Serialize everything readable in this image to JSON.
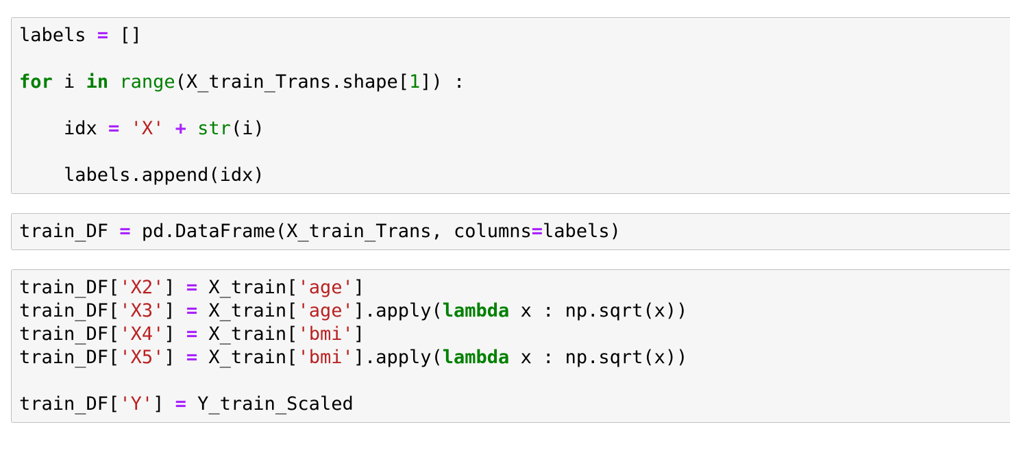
{
  "app": {
    "name": "jupyter-notebook",
    "view": "code-cells"
  },
  "theme": {
    "page_background": "#ffffff",
    "cell_background": "#f6f6f6",
    "cell_border": "#c0c0c0",
    "keyword_color": "#008000",
    "builtin_color": "#008000",
    "operator_color": "#AA22FF",
    "string_color": "#BA2121",
    "number_color": "#008000",
    "plain_color": "#000000"
  },
  "cells": [
    {
      "name": "code-cell-1",
      "source_text": "labels = []\n\nfor i in range(X_train_Trans.shape[1]) :\n\n    idx = 'X' + str(i)\n\n    labels.append(idx)",
      "lines": [
        [
          {
            "c": "pl",
            "t": "labels "
          },
          {
            "c": "op",
            "t": "="
          },
          {
            "c": "pl",
            "t": " []"
          }
        ],
        [],
        [
          {
            "c": "kw",
            "t": "for"
          },
          {
            "c": "pl",
            "t": " i "
          },
          {
            "c": "kw",
            "t": "in"
          },
          {
            "c": "pl",
            "t": " "
          },
          {
            "c": "bi",
            "t": "range"
          },
          {
            "c": "pl",
            "t": "(X_train_Trans.shape["
          },
          {
            "c": "num",
            "t": "1"
          },
          {
            "c": "pl",
            "t": "]) :"
          }
        ],
        [],
        [
          {
            "c": "pl",
            "t": "    idx "
          },
          {
            "c": "op",
            "t": "="
          },
          {
            "c": "pl",
            "t": " "
          },
          {
            "c": "str",
            "t": "'X'"
          },
          {
            "c": "pl",
            "t": " "
          },
          {
            "c": "op",
            "t": "+"
          },
          {
            "c": "pl",
            "t": " "
          },
          {
            "c": "bi",
            "t": "str"
          },
          {
            "c": "pl",
            "t": "(i)"
          }
        ],
        [],
        [
          {
            "c": "pl",
            "t": "    labels.append(idx)"
          }
        ]
      ]
    },
    {
      "name": "code-cell-2",
      "source_text": "train_DF = pd.DataFrame(X_train_Trans, columns=labels)",
      "lines": [
        [
          {
            "c": "pl",
            "t": "train_DF "
          },
          {
            "c": "op",
            "t": "="
          },
          {
            "c": "pl",
            "t": " pd.DataFrame(X_train_Trans, columns"
          },
          {
            "c": "op",
            "t": "="
          },
          {
            "c": "pl",
            "t": "labels)"
          }
        ]
      ]
    },
    {
      "name": "code-cell-3",
      "source_text": "train_DF['X2'] = X_train['age']\ntrain_DF['X3'] = X_train['age'].apply(lambda x : np.sqrt(x))\ntrain_DF['X4'] = X_train['bmi']\ntrain_DF['X5'] = X_train['bmi'].apply(lambda x : np.sqrt(x))\n\ntrain_DF['Y'] = Y_train_Scaled",
      "lines": [
        [
          {
            "c": "pl",
            "t": "train_DF["
          },
          {
            "c": "str",
            "t": "'X2'"
          },
          {
            "c": "pl",
            "t": "] "
          },
          {
            "c": "op",
            "t": "="
          },
          {
            "c": "pl",
            "t": " X_train["
          },
          {
            "c": "str",
            "t": "'age'"
          },
          {
            "c": "pl",
            "t": "]"
          }
        ],
        [
          {
            "c": "pl",
            "t": "train_DF["
          },
          {
            "c": "str",
            "t": "'X3'"
          },
          {
            "c": "pl",
            "t": "] "
          },
          {
            "c": "op",
            "t": "="
          },
          {
            "c": "pl",
            "t": " X_train["
          },
          {
            "c": "str",
            "t": "'age'"
          },
          {
            "c": "pl",
            "t": "].apply("
          },
          {
            "c": "kw",
            "t": "lambda"
          },
          {
            "c": "pl",
            "t": " x : np.sqrt(x))"
          }
        ],
        [
          {
            "c": "pl",
            "t": "train_DF["
          },
          {
            "c": "str",
            "t": "'X4'"
          },
          {
            "c": "pl",
            "t": "] "
          },
          {
            "c": "op",
            "t": "="
          },
          {
            "c": "pl",
            "t": " X_train["
          },
          {
            "c": "str",
            "t": "'bmi'"
          },
          {
            "c": "pl",
            "t": "]"
          }
        ],
        [
          {
            "c": "pl",
            "t": "train_DF["
          },
          {
            "c": "str",
            "t": "'X5'"
          },
          {
            "c": "pl",
            "t": "] "
          },
          {
            "c": "op",
            "t": "="
          },
          {
            "c": "pl",
            "t": " X_train["
          },
          {
            "c": "str",
            "t": "'bmi'"
          },
          {
            "c": "pl",
            "t": "].apply("
          },
          {
            "c": "kw",
            "t": "lambda"
          },
          {
            "c": "pl",
            "t": " x : np.sqrt(x))"
          }
        ],
        [],
        [
          {
            "c": "pl",
            "t": "train_DF["
          },
          {
            "c": "str",
            "t": "'Y'"
          },
          {
            "c": "pl",
            "t": "] "
          },
          {
            "c": "op",
            "t": "="
          },
          {
            "c": "pl",
            "t": " Y_train_Scaled"
          }
        ]
      ]
    }
  ]
}
